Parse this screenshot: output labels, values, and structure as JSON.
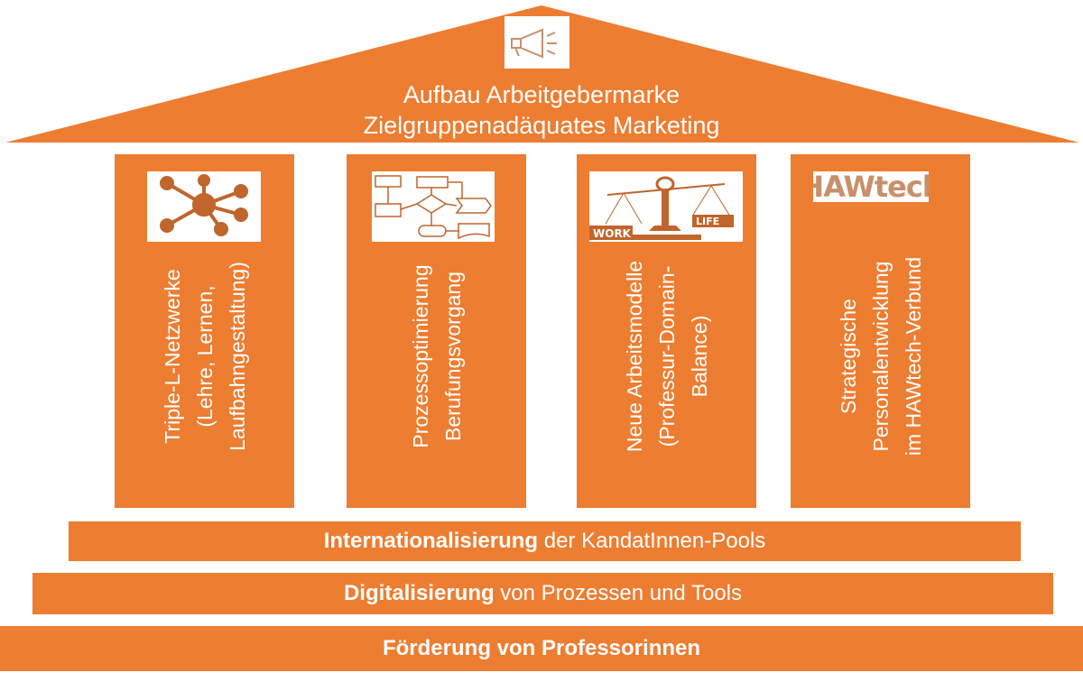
{
  "roof": {
    "line1": "Aufbau Arbeitgebermarke",
    "line2": "Zielgruppenadäquates Marketing",
    "icon": "megaphone-icon"
  },
  "pillars": [
    {
      "icon": "network-icon",
      "lines": [
        "Triple-L-Netzwerke",
        "(Lehre, Lernen,",
        "Laufbahngestaltung)"
      ]
    },
    {
      "icon": "flowchart-icon",
      "lines": [
        "Prozessoptimierung",
        "Berufungsvorgang"
      ]
    },
    {
      "icon": "work-life-balance-icon",
      "icon_text_work": "WORK",
      "icon_text_life": "LIFE",
      "lines": [
        "Neue Arbeitsmodelle",
        "(Professur-Domain-",
        "Balance)"
      ]
    },
    {
      "icon": "hawtech-logo",
      "logo_text": "HAWtech",
      "lines": [
        "Strategische",
        "Personalentwicklung",
        "im HAWtech-Verbund"
      ]
    }
  ],
  "steps": [
    {
      "bold": "Internationalisierung",
      "rest": " der KandatInnen-Pools"
    },
    {
      "bold": "Digitalisierung",
      "rest": " von Prozessen und Tools"
    },
    {
      "bold": "Förderung von Professorinnen",
      "rest": ""
    }
  ],
  "colors": {
    "accent": "#ed7d31",
    "background": "#ffffff",
    "text": "#ffffff"
  }
}
